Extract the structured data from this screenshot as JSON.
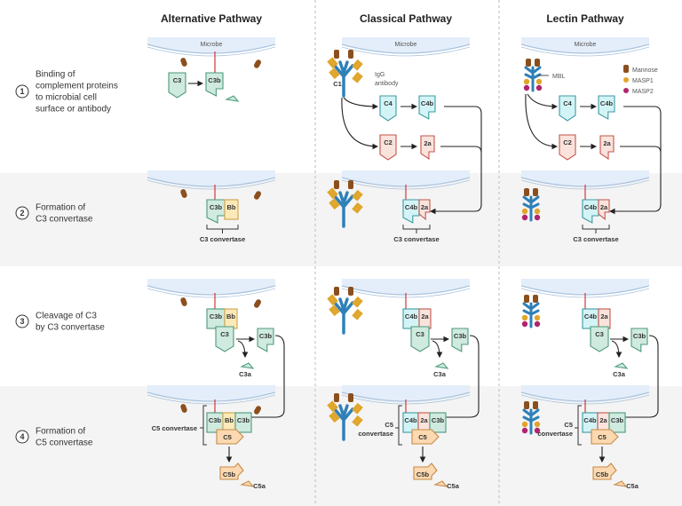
{
  "columns": [
    {
      "title": "Alternative Pathway"
    },
    {
      "title": "Classical Pathway"
    },
    {
      "title": "Lectin Pathway"
    }
  ],
  "steps": [
    {
      "number": "1",
      "lines": [
        "Binding of",
        "complement proteins",
        "to microbial cell",
        "surface or antibody"
      ]
    },
    {
      "number": "2",
      "lines": [
        "Formation of",
        "C3 convertase"
      ]
    },
    {
      "number": "3",
      "lines": [
        "Cleavage of C3",
        "by C3 convertase"
      ]
    },
    {
      "number": "4",
      "lines": [
        "Formation of",
        "C5 convertase"
      ]
    }
  ],
  "labels": {
    "microbe": "Microbe",
    "igg": [
      "IgG",
      "antibody"
    ],
    "c1": "C1",
    "mbl": "MBL",
    "c3": "C3",
    "c3b": "C3b",
    "c3a": "C3a",
    "bb": "Bb",
    "c4": "C4",
    "c4b": "C4b",
    "c2": "C2",
    "c2a": "2a",
    "c5": "C5",
    "c5b": "C5b",
    "c5a": "C5a",
    "c3_convertase": "C3 convertase",
    "c5_convertase": "C5 convertase",
    "c5_convertase_split": [
      "C5",
      "convertase"
    ]
  },
  "legend": [
    {
      "label": "Mannose",
      "color": "#8b4f1e"
    },
    {
      "label": "MASP1",
      "color": "#e0a52a"
    },
    {
      "label": "MASP2",
      "color": "#b0246e"
    }
  ],
  "colors": {
    "c3_fill": "#cfeadf",
    "c3_stroke": "#4d9a7a",
    "c4_fill": "#d3f4f6",
    "c4_stroke": "#3d9aa3",
    "c2_fill": "#fbe3dd",
    "c2_stroke": "#c1564b",
    "bb_fill": "#fde9b8",
    "bb_stroke": "#cfa24a",
    "c5_fill": "#fcd9b0",
    "c5_stroke": "#c68a48",
    "antibody": "#2f80b8",
    "igg": "#e0a52a",
    "band": "#f4f4f4"
  }
}
